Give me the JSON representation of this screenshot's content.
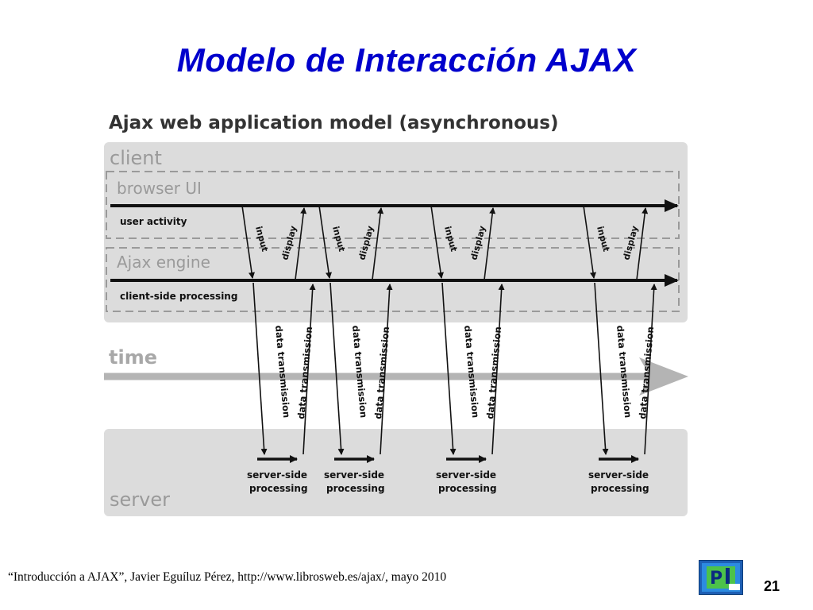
{
  "slide": {
    "title": "Modelo de Interacción AJAX",
    "footer": "“Introducción a AJAX”, Javier Eguíluz Pérez, http://www.librosweb.es/ajax/, mayo 2010",
    "page_number": "21"
  },
  "diagram": {
    "title": "Ajax web application model (asynchronous)",
    "client_label": "client",
    "browser_ui_label": "browser UI",
    "user_activity_label": "user activity",
    "ajax_engine_label": "Ajax engine",
    "client_processing_label": "client-side processing",
    "time_label": "time",
    "server_label": "server",
    "input_label": "input",
    "display_label": "display",
    "data_transmission_label": "data transmission",
    "server_processing_line1": "server-side",
    "server_processing_line2": "processing",
    "cycles": 4
  },
  "colors": {
    "title": "#0000cc",
    "panel": "#dcdcdc",
    "time_arrow": "#b4b4b4",
    "dashed": "#9a9a9a"
  },
  "logo_icon": "pi-logo-icon"
}
